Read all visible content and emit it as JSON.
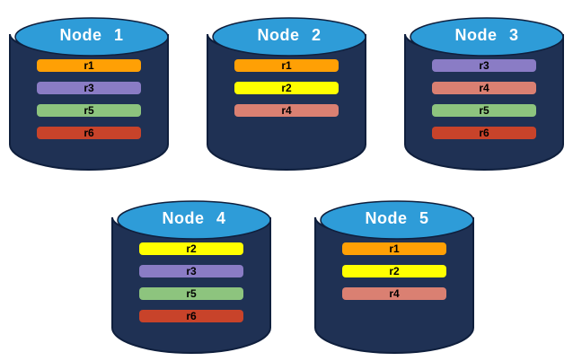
{
  "palette": {
    "background": "#FFFFFF",
    "cylinder_body": "#1F3154",
    "cylinder_outline": "#0F1F3D",
    "cylinder_top": "#2E9CD8",
    "title_text": "#FFFFFF",
    "replica_text": "#000000"
  },
  "replica_colors": {
    "r1": "#FFA005",
    "r2": "#FFFF00",
    "r3": "#8A7CC5",
    "r4": "#DA8072",
    "r5": "#8DC47E",
    "r6": "#C8432A"
  },
  "nodes": [
    {
      "id": "node-1",
      "row": 1,
      "title": "Node 1",
      "replicas": [
        "r1",
        "r3",
        "r5",
        "r6"
      ]
    },
    {
      "id": "node-2",
      "row": 1,
      "title": "Node 2",
      "replicas": [
        "r1",
        "r2",
        "r4"
      ]
    },
    {
      "id": "node-3",
      "row": 1,
      "title": "Node 3",
      "replicas": [
        "r3",
        "r4",
        "r5",
        "r6"
      ]
    },
    {
      "id": "node-4",
      "row": 2,
      "title": "Node 4",
      "replicas": [
        "r2",
        "r3",
        "r5",
        "r6"
      ]
    },
    {
      "id": "node-5",
      "row": 2,
      "title": "Node 5",
      "replicas": [
        "r1",
        "r2",
        "r4"
      ]
    }
  ]
}
